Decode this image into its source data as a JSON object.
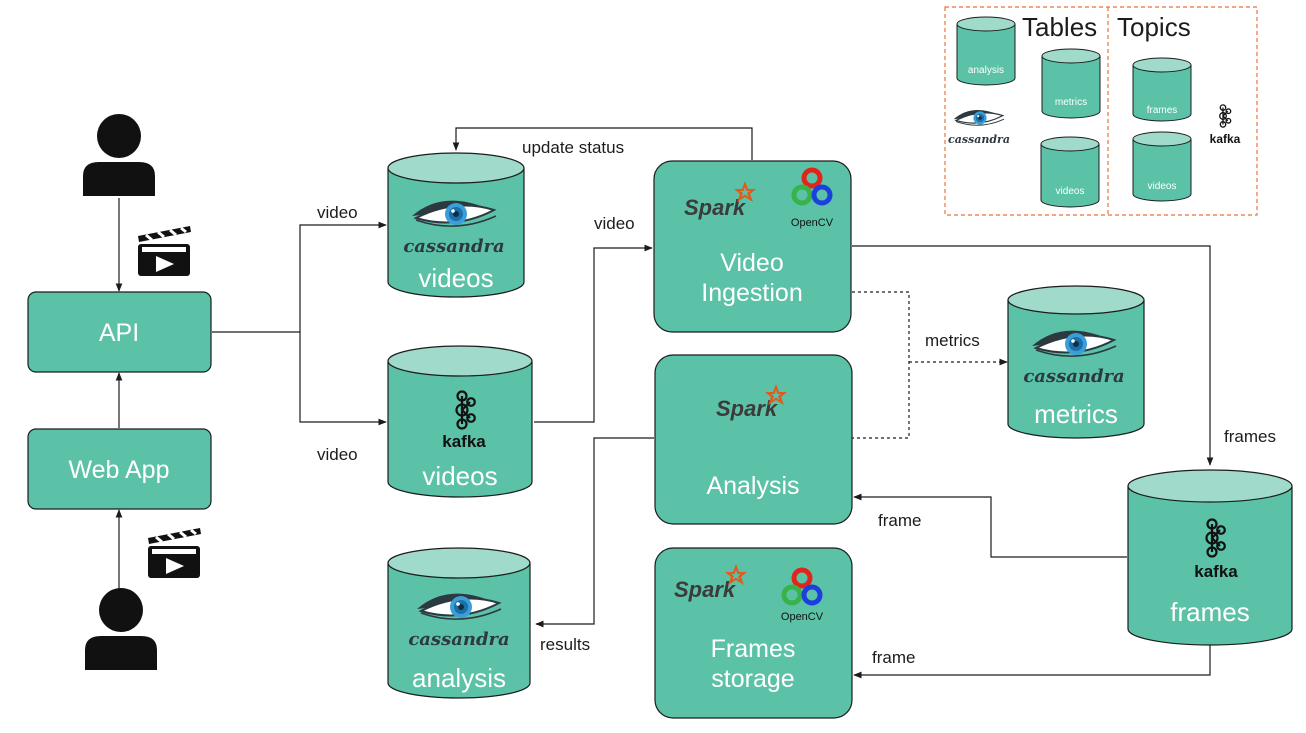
{
  "colors": {
    "teal": "#5bc2a8",
    "teal_top": "#9fdacb",
    "stroke": "#1c1c1c",
    "legend_border": "#e8743b"
  },
  "nodes": {
    "api": "API",
    "webapp": "Web App",
    "cass_videos": "videos",
    "kafka_videos": "videos",
    "video_ingestion": [
      "Video",
      "Ingestion"
    ],
    "analysis": "Analysis",
    "frames_storage": [
      "Frames",
      "storage"
    ],
    "cass_metrics": "metrics",
    "kafka_frames": "frames",
    "cass_analysis": "analysis"
  },
  "edges": {
    "api_to_cass_video": "video",
    "api_to_kafka_video": "video",
    "kafka_to_ingestion_video": "video",
    "update_status": "update status",
    "metrics": "metrics",
    "frames": "frames",
    "frame_to_analysis": "frame",
    "frame_to_storage": "frame",
    "results": "results"
  },
  "logos": {
    "cassandra": "cassandra",
    "kafka": "kafka",
    "spark": "Spark",
    "opencv": "OpenCV"
  },
  "legend": {
    "tables_title": "Tables",
    "topics_title": "Topics",
    "tables": [
      "analysis",
      "metrics",
      "videos"
    ],
    "topics": [
      "frames",
      "videos"
    ]
  },
  "icons": [
    "user-icon",
    "clapperboard-icon",
    "cassandra-eye-icon",
    "kafka-icon",
    "spark-star-icon",
    "opencv-icon"
  ]
}
